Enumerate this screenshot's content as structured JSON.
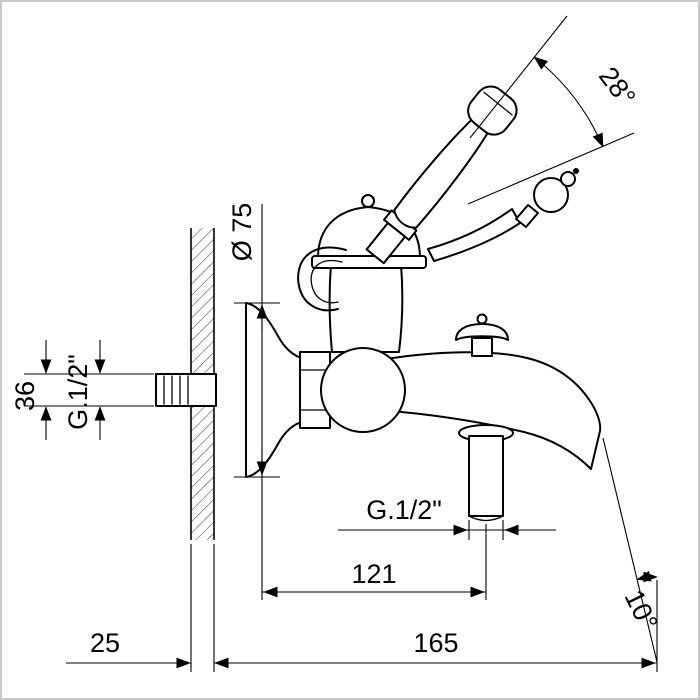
{
  "drawing": {
    "colors": {
      "line": "#000000",
      "background": "#ffffff",
      "frame": "#c9c9c9"
    },
    "dimensions": {
      "handshower_angle": "28°",
      "escutcheon_diameter": "Ø 75",
      "inlet_thread": "G.1/2\"",
      "inlet_offset": "36",
      "outlet_thread": "G.1/2\"",
      "outlet_center_distance": "121",
      "wall_offset": "25",
      "spout_reach": "165",
      "spout_end_angle": "10°"
    }
  }
}
